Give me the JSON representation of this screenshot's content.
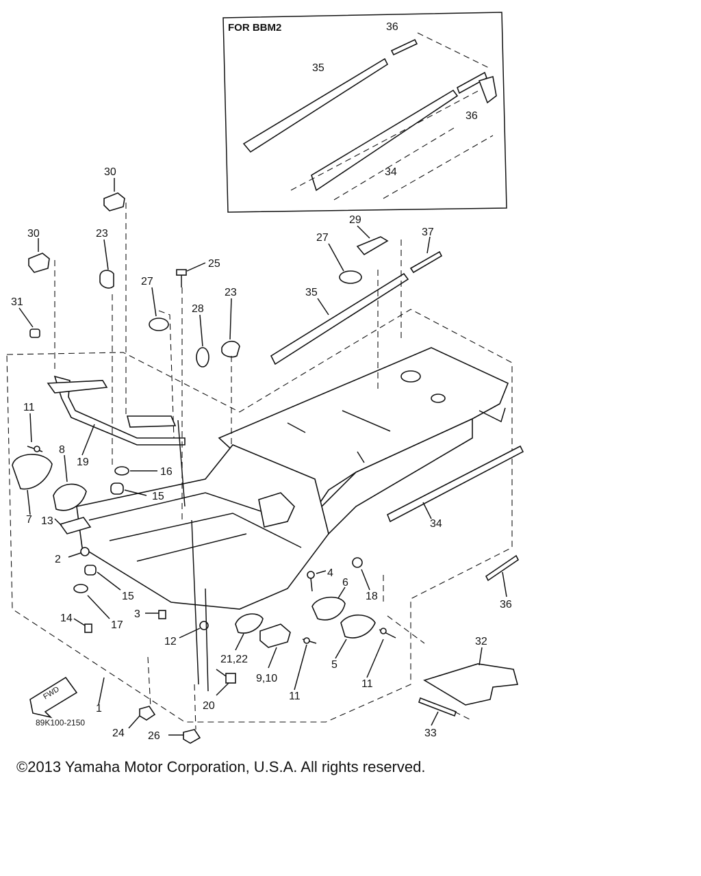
{
  "inset": {
    "title": "FOR BBM2"
  },
  "diagram_code": "89K100-2150",
  "fwd_label": "FWD",
  "copyright": "©2013 Yamaha Motor Corporation, U.S.A. All rights reserved.",
  "labels": {
    "l1": "1",
    "l2": "2",
    "l3": "3",
    "l4": "4",
    "l5": "5",
    "l6": "6",
    "l7": "7",
    "l8": "8",
    "l9_10": "9,10",
    "l11a": "11",
    "l11b": "11",
    "l11c": "11",
    "l12": "12",
    "l13": "13",
    "l14": "14",
    "l15a": "15",
    "l15b": "15",
    "l16": "16",
    "l17": "17",
    "l18": "18",
    "l19": "19",
    "l20": "20",
    "l21_22": "21,22",
    "l23a": "23",
    "l23b": "23",
    "l24": "24",
    "l25": "25",
    "l26": "26",
    "l27a": "27",
    "l27b": "27",
    "l28": "28",
    "l29": "29",
    "l30a": "30",
    "l30b": "30",
    "l31": "31",
    "l32": "32",
    "l33": "33",
    "l34a": "34",
    "l34b": "34",
    "l35a": "35",
    "l35b": "35",
    "l36a": "36",
    "l36b": "36",
    "l36c": "36",
    "l37": "37"
  }
}
